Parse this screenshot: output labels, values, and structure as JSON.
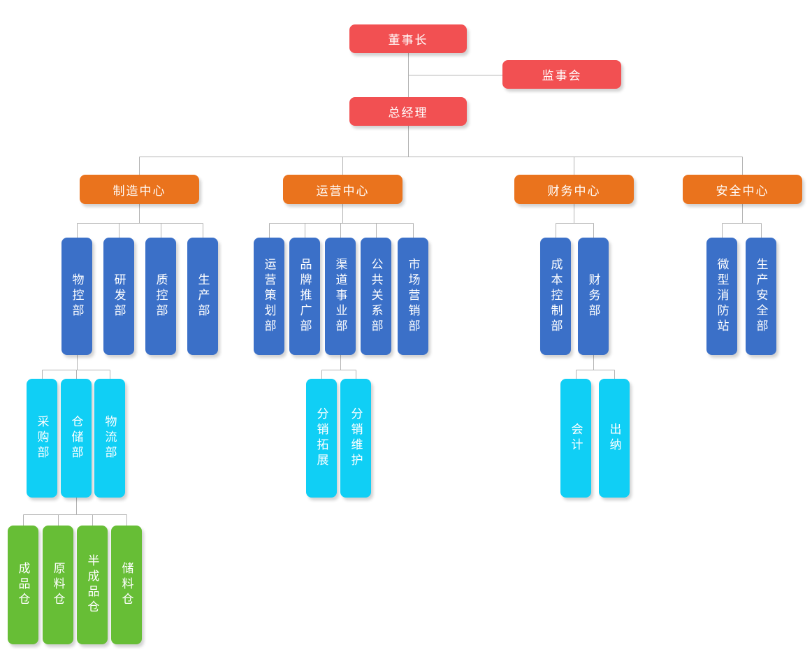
{
  "colors": {
    "executive": "#F25052",
    "center": "#EA731D",
    "department": "#3B70C8",
    "section": "#10CFF5",
    "warehouse": "#67BE36",
    "connector": "#B3B3B3",
    "text": "#FFFFFF",
    "background": "#FFFFFF"
  },
  "org": {
    "chairman": {
      "label": "董事长"
    },
    "supervisory_board": {
      "label": "监事会"
    },
    "general_manager": {
      "label": "总经理"
    },
    "centers": [
      {
        "label": "制造中心",
        "departments": [
          {
            "label": "物控部",
            "children": [
              {
                "label": "采购部"
              },
              {
                "label": "仓储部",
                "children": [
                  {
                    "label": "成品仓"
                  },
                  {
                    "label": "原料仓"
                  },
                  {
                    "label": "半成品仓"
                  },
                  {
                    "label": "储料仓"
                  }
                ]
              },
              {
                "label": "物流部"
              }
            ]
          },
          {
            "label": "研发部"
          },
          {
            "label": "质控部"
          },
          {
            "label": "生产部"
          }
        ]
      },
      {
        "label": "运营中心",
        "departments": [
          {
            "label": "运营策划部"
          },
          {
            "label": "品牌推广部"
          },
          {
            "label": "渠道事业部",
            "children": [
              {
                "label": "分销拓展"
              },
              {
                "label": "分销维护"
              }
            ]
          },
          {
            "label": "公共关系部"
          },
          {
            "label": "市场营销部"
          }
        ]
      },
      {
        "label": "财务中心",
        "departments": [
          {
            "label": "成本控制部"
          },
          {
            "label": "财务部",
            "children": [
              {
                "label": "会计"
              },
              {
                "label": "出纳"
              }
            ]
          }
        ]
      },
      {
        "label": "安全中心",
        "departments": [
          {
            "label": "微型消防站"
          },
          {
            "label": "生产安全部"
          }
        ]
      }
    ]
  }
}
